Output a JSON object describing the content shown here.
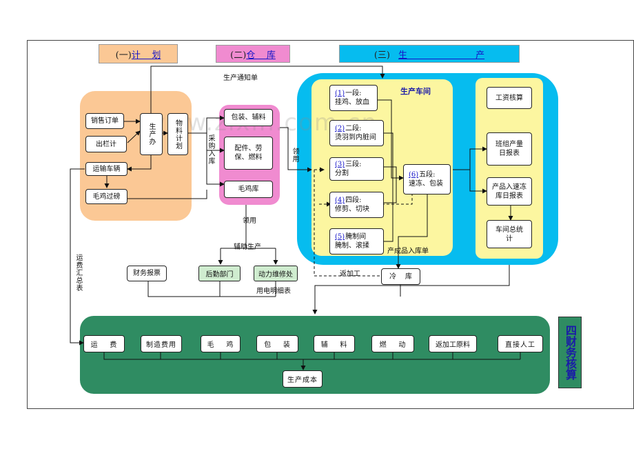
{
  "banners": {
    "plan_num": "(一)",
    "plan_title": "计    划",
    "warehouse_num": "(二)",
    "warehouse_title": "仓    库",
    "production_num": "(三)",
    "production_title": "生                        产"
  },
  "plan": {
    "sales_order": "销售订单",
    "out_pen_plan": "出栏计",
    "production_office": "生产办",
    "material_plan": "物料计划",
    "transport_vehicle": "运输车辆",
    "weighing": "毛鸡过磅"
  },
  "warehouse": {
    "packaging": "包装、辅料",
    "parts": "配件、劳保、燃料",
    "live_chicken_store": "毛鸡库"
  },
  "workshop": {
    "title": "生产车间",
    "segments": [
      {
        "idx": "(1)",
        "name": "一段:",
        "desc": "挂鸡、放血"
      },
      {
        "idx": "(2)",
        "name": "二段:",
        "desc": "烫羽到内脏间"
      },
      {
        "idx": "(3)",
        "name": "三段:",
        "desc": "分割"
      },
      {
        "idx": "(4)",
        "name": "四段:",
        "desc": "修剪、切块"
      },
      {
        "idx": "(5)",
        "name": "腌制间",
        "desc": "腌制、滚揉"
      }
    ],
    "segment6": {
      "idx": "(6)",
      "name": "五段:",
      "desc": "速冻、包装"
    }
  },
  "reports": {
    "wage": "工资核算",
    "team_output": "班组产量日报表",
    "product_storage": "产品入速冻库日报表",
    "workshop_stats": "车间总统计"
  },
  "support": {
    "finance_report": "财务报票",
    "logistics": "后勤部门",
    "maintenance": "动力维修处",
    "cold_store": "冷    库"
  },
  "labels": {
    "production_notice": "生产通知单",
    "purchase_in": "采购入库",
    "requisition_main": "领用",
    "requisition_lower": "领用",
    "aux_production": "辅助生产",
    "elec_detail": "用电明细表",
    "product_in_slip": "产成品入库单",
    "rework": "返加工",
    "freight_summary": "运费汇总表"
  },
  "finance": {
    "title": "四财务核算",
    "items": [
      "运    费",
      "制造费用",
      "毛    鸡",
      "包    装",
      "辅    料",
      "燃    动",
      "返加工原料",
      "直接人工"
    ],
    "total": "生产成本"
  },
  "watermark": "www.zixin.com.cn",
  "colors": {
    "orange_zone": "#fbc895",
    "pink_zone": "#f08bd0",
    "cyan_zone": "#06bcef",
    "yellow_panel": "#fcf6a0",
    "green_zone": "#2f8c62",
    "plan_banner": "#fbc895",
    "warehouse_banner": "#f08bd0",
    "production_banner": "#06bcef",
    "finance_banner": "#2f8c62"
  }
}
